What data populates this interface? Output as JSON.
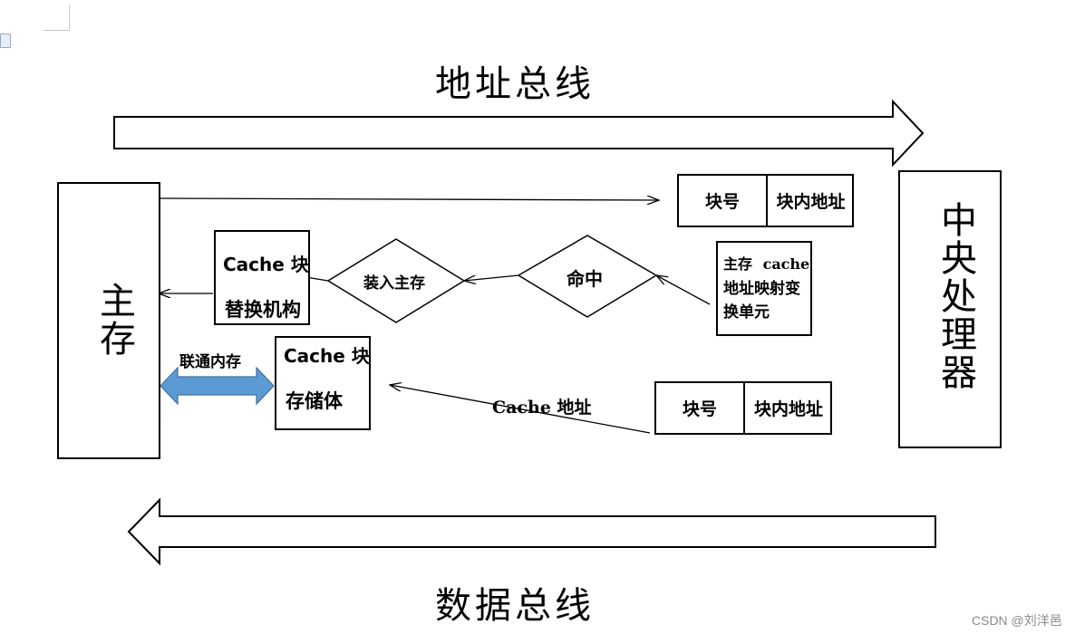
{
  "titles": {
    "address_bus": "地址总线",
    "data_bus": "数据总线"
  },
  "main_memory": {
    "label": "主存"
  },
  "cpu": {
    "label": "中央处理器"
  },
  "address_top": {
    "block_no": "块号",
    "in_block": "块内地址"
  },
  "address_bottom": {
    "block_no": "块号",
    "in_block": "块内地址"
  },
  "replace_unit": {
    "line1": "Cache 块",
    "line2": "替换机构"
  },
  "cache_store": {
    "line1": "Cache 块",
    "line2": "存储体"
  },
  "mapping_unit": {
    "line1": "主存 cache",
    "line2": "地址映射变",
    "line3": "换单元"
  },
  "decisions": {
    "load": "装入主存",
    "hit": "命中"
  },
  "labels": {
    "connect_memory": "联通内存",
    "cache_address": "Cache 地址"
  },
  "watermark": "CSDN @刘洋邑",
  "colors": {
    "connector_arrow": "#5b9bd5",
    "stroke": "#000000"
  }
}
